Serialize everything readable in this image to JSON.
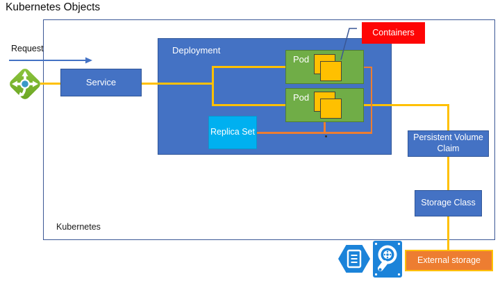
{
  "title": "Kubernetes Objects",
  "colors": {
    "blue": "#4472C4",
    "blue-border": "#2F5597",
    "green": "#70AD47",
    "green-border": "#507E32",
    "cyan": "#00B0F0",
    "cyan-border": "#0D95CC",
    "yellow": "#FFC000",
    "orange": "#ED7D31",
    "red": "#FE0505",
    "boundary": "#3A5795",
    "icon-blue": "#1B83D9",
    "lb-green": "#7CBB2F",
    "lb-center": "#3999C6",
    "arrow-blue": "#4472C4"
  },
  "diagram": {
    "boundary_label": "Kubernetes",
    "request_label": "Request",
    "nodes": {
      "service": "Service",
      "deployment": "Deployment",
      "pod": "Pod",
      "replica_set": "Replica Set",
      "containers_callout": "Containers",
      "pvc": "Persistent Volume Claim",
      "storage_class": "Storage Class",
      "external_storage": "External storage"
    },
    "icons": {
      "load_balancer": "load-balancer-icon",
      "document_hexagon": "document-hexagon-icon",
      "disk": "disk-icon"
    }
  }
}
